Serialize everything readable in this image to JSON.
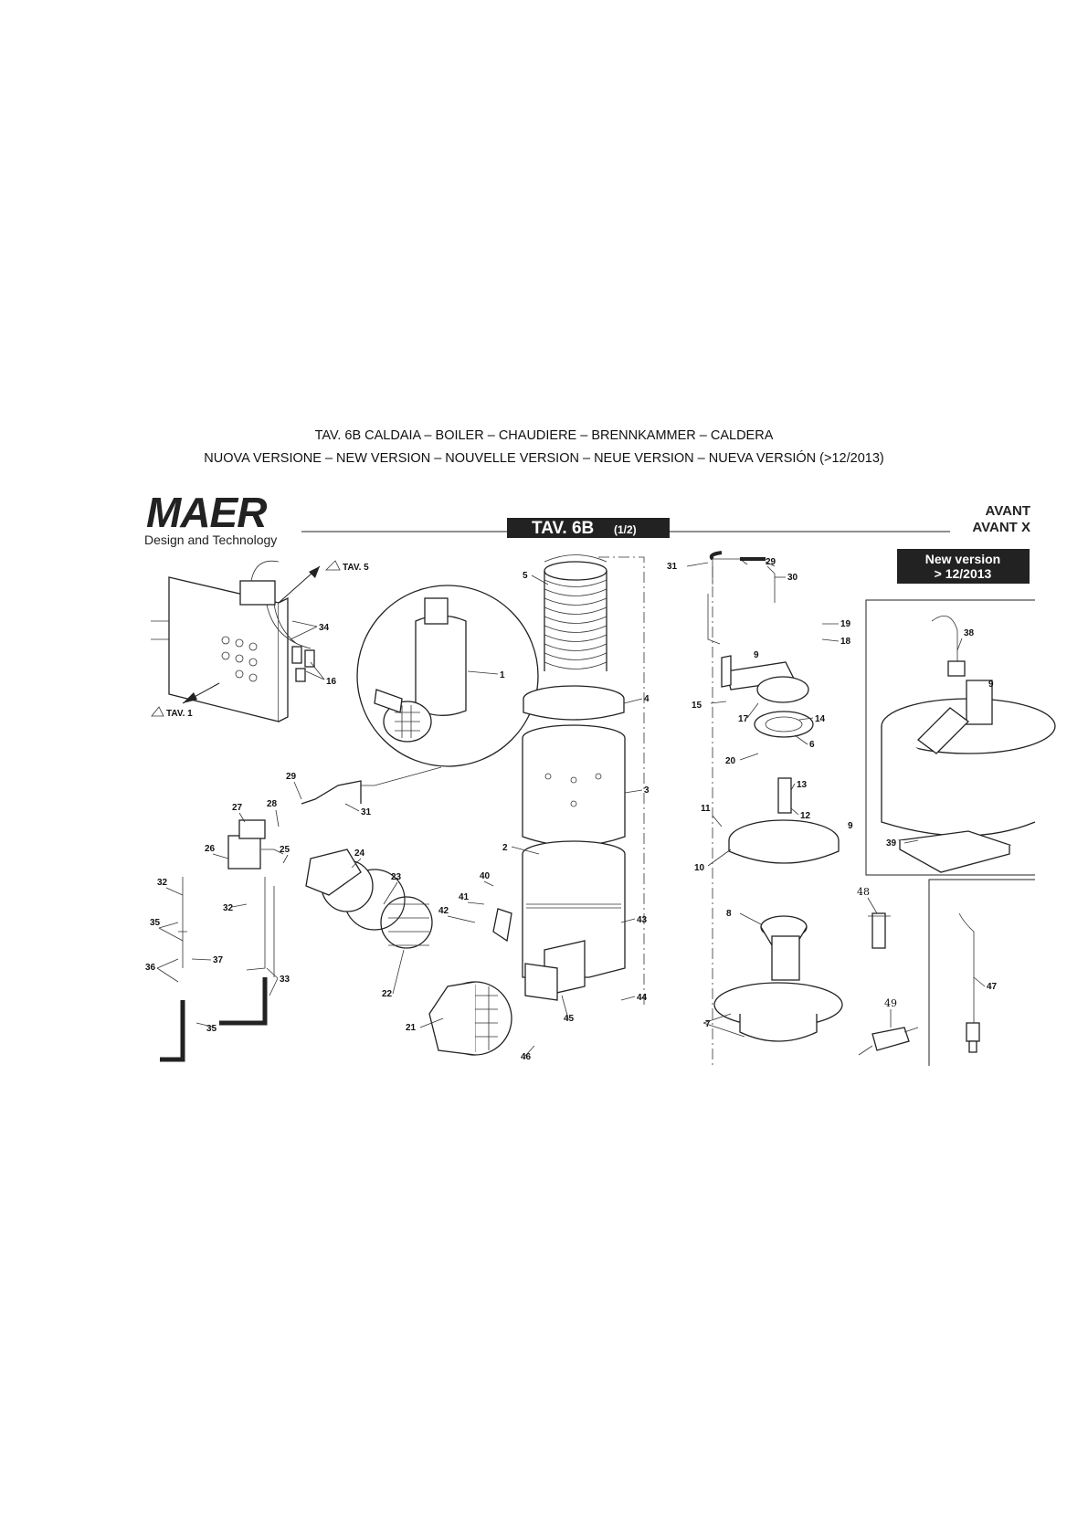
{
  "header": {
    "line1": "TAV. 6B CALDAIA – BOILER – CHAUDIERE – BRENNKAMMER – CALDERA",
    "line2": "NUOVA VERSIONE – NEW VERSION – NOUVELLE VERSION – NEUE VERSION – NUEVA VERSIÓN (>12/2013)"
  },
  "brand": {
    "logo": "MAER",
    "tagline": "Design and Technology"
  },
  "table_tag": {
    "label": "TAV. 6B",
    "sub": "(1/2)"
  },
  "models": [
    "AVANT",
    "AVANT X"
  ],
  "new_version": {
    "line1": "New version",
    "line2": "> 12/2013"
  },
  "refs": {
    "tav5": "TAV. 5",
    "tav1": "TAV. 1"
  },
  "part_numbers": [
    "1",
    "2",
    "3",
    "4",
    "5",
    "6",
    "7",
    "8",
    "9",
    "9",
    "9",
    "10",
    "11",
    "12",
    "13",
    "14",
    "15",
    "16",
    "17",
    "18",
    "19",
    "20",
    "21",
    "22",
    "23",
    "24",
    "25",
    "26",
    "27",
    "28",
    "29",
    "29",
    "30",
    "31",
    "31",
    "32",
    "32",
    "33",
    "34",
    "35",
    "35",
    "36",
    "37",
    "38",
    "39",
    "40",
    "41",
    "42",
    "43",
    "44",
    "45",
    "46",
    "47",
    "48",
    "49"
  ]
}
